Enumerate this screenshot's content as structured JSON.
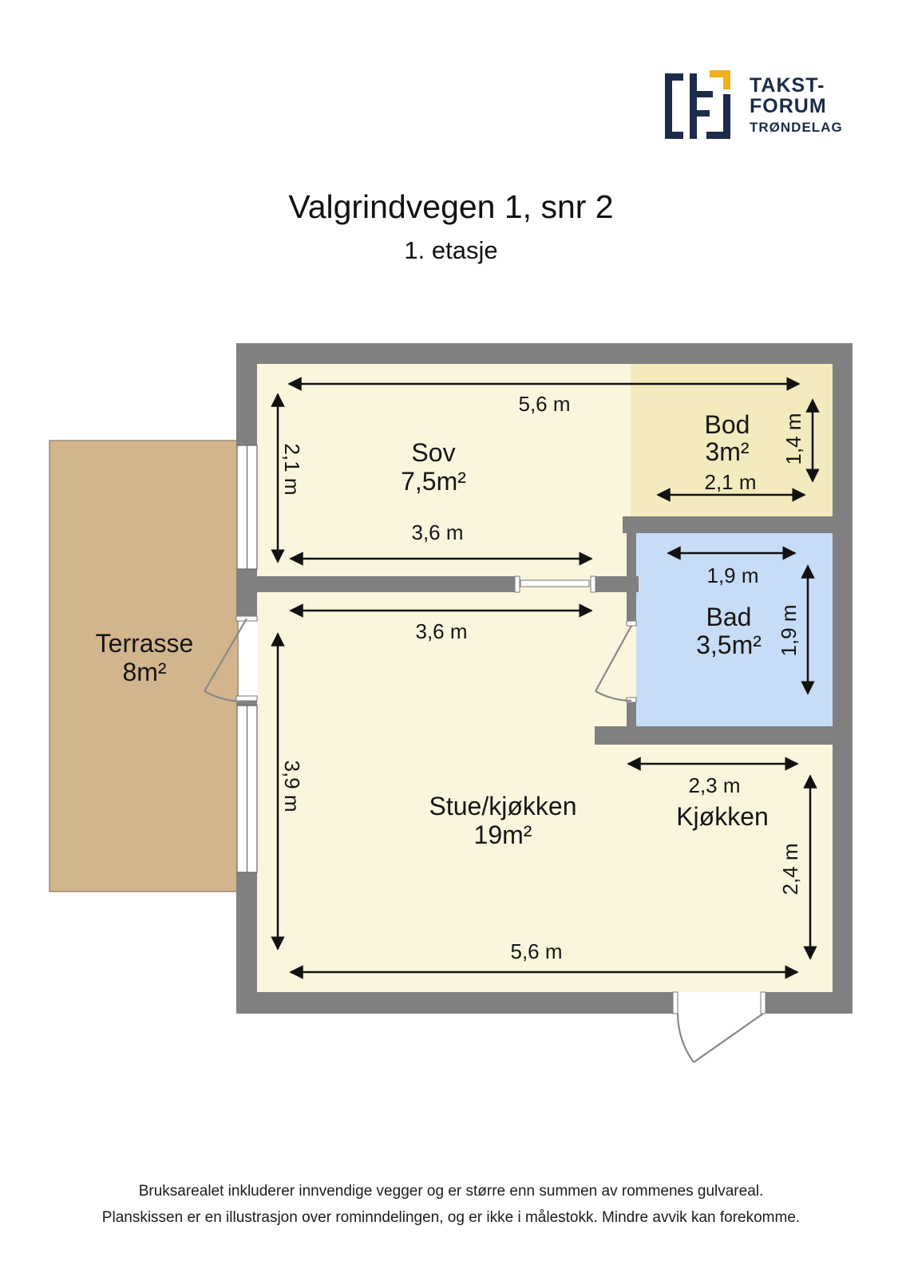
{
  "logo": {
    "line1": "TAKST-",
    "line2": "FORUM",
    "line3": "TRØNDELAG",
    "navy": "#1C2B4A",
    "gold": "#F0B11E"
  },
  "header": {
    "title": "Valgrindvegen 1, snr 2",
    "subtitle": "1. etasje"
  },
  "floor_plan": {
    "colors": {
      "wall": "#808080",
      "floor": "#FAF6DE",
      "bod_floor": "#F3EABD",
      "bad_floor": "#C7DCF6",
      "terrasse": "#D2B58C",
      "dimension": "#111111"
    },
    "rooms": {
      "sov": {
        "name": "Sov",
        "area": "7,5m²"
      },
      "bod": {
        "name": "Bod",
        "area": "3m²"
      },
      "bad": {
        "name": "Bad",
        "area": "3,5m²"
      },
      "stue": {
        "name": "Stue/kjøkken",
        "area": "19m²"
      },
      "kjokken": {
        "name": "Kjøkken"
      },
      "terrasse": {
        "name": "Terrasse",
        "area": "8m²"
      }
    },
    "dimensions": {
      "sov_width": "5,6 m",
      "sov_depth": "2,1 m",
      "sov_inner_width": "3,6 m",
      "bod_width": "2,1 m",
      "bod_depth": "1,4 m",
      "bad_width": "1,9 m",
      "bad_depth": "1,9 m",
      "stue_inner_width": "3,6 m",
      "stue_depth": "3,9 m",
      "stue_width": "5,6 m",
      "kjokken_width": "2,3 m",
      "kjokken_depth": "2,4 m"
    }
  },
  "footer": {
    "line1": "Bruksarealet inkluderer innvendige vegger og er større enn summen av rommenes gulvareal.",
    "line2": "Planskissen er en illustrasjon over rominndelingen, og er ikke i målestokk. Mindre avvik kan forekomme."
  }
}
